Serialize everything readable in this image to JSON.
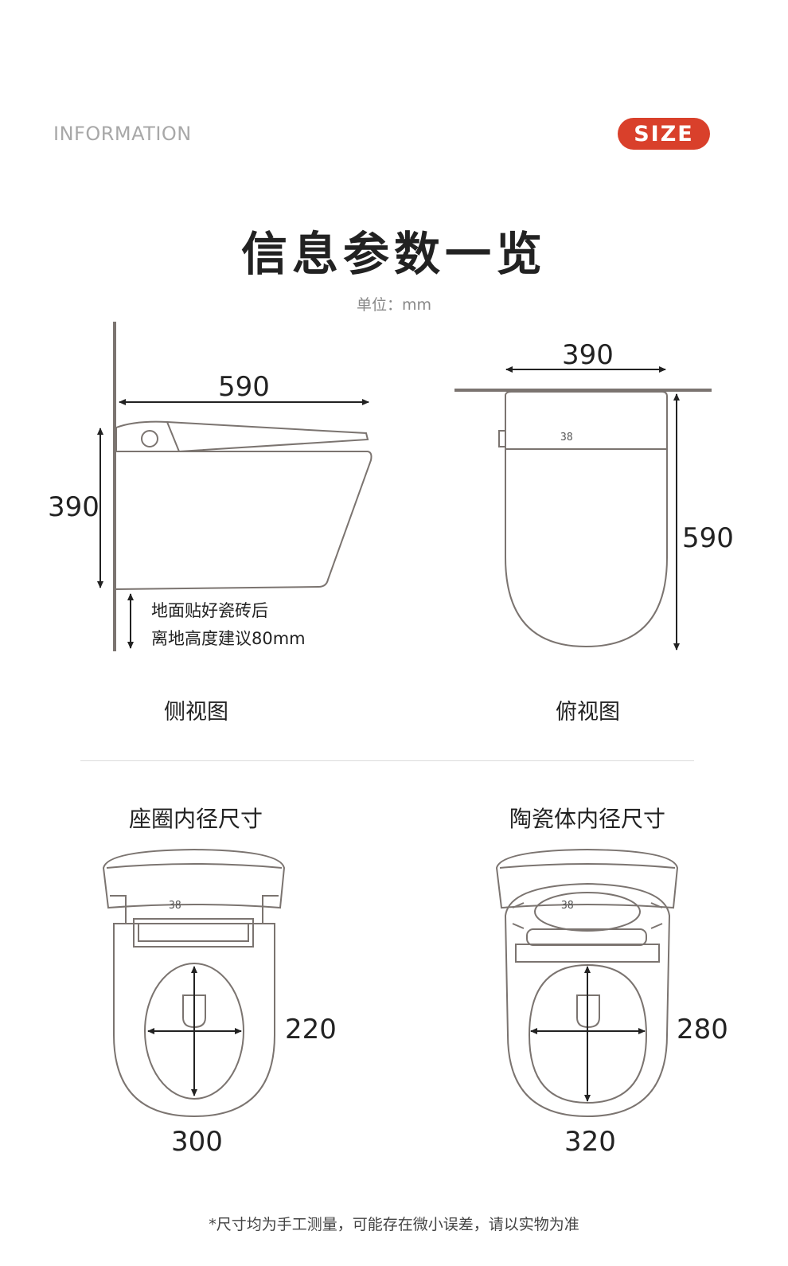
{
  "header": {
    "info_label": "INFORMATION",
    "size_badge": "SIZE",
    "badge_color": "#d9402b"
  },
  "title": "信息参数一览",
  "unit": "单位：mm",
  "side_view": {
    "label": "侧视图",
    "length": "590",
    "height": "390",
    "note_line1": "地面贴好瓷砖后",
    "note_line2": "离地高度建议80mm"
  },
  "top_view": {
    "label": "俯视图",
    "width": "390",
    "length": "590",
    "display": "38"
  },
  "seat_ring": {
    "title": "座圈内径尺寸",
    "inner_length": "220",
    "inner_width": "300",
    "display": "38"
  },
  "ceramic_body": {
    "title": "陶瓷体内径尺寸",
    "inner_length": "280",
    "inner_width": "320",
    "display": "38"
  },
  "footnote": "*尺寸均为手工测量，可能存在微小误差，请以实物为准",
  "colors": {
    "outline": "#7b7470",
    "accent": "#d9402b"
  }
}
